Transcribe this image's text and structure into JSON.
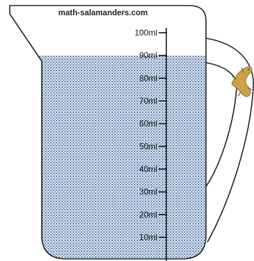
{
  "watermark": "math-salamanders.com",
  "beaker": {
    "unit": "ml",
    "capacity_ml": 100,
    "liquid_level_ml": 90,
    "scale": [
      {
        "value": 100,
        "label": "100ml"
      },
      {
        "value": 90,
        "label": "90ml"
      },
      {
        "value": 80,
        "label": "80ml"
      },
      {
        "value": 70,
        "label": "70ml"
      },
      {
        "value": 60,
        "label": "60ml"
      },
      {
        "value": 50,
        "label": "50ml"
      },
      {
        "value": 40,
        "label": "40ml"
      },
      {
        "value": 30,
        "label": "30ml"
      },
      {
        "value": 20,
        "label": "20ml"
      },
      {
        "value": 10,
        "label": "10ml"
      }
    ]
  },
  "colors": {
    "outline": "#222222",
    "liquid": "#d7e4f2",
    "liquid_dots": "#1f3f7a",
    "salamander": "#c9a24a"
  },
  "icons": {
    "mascot": "salamander-logo-icon"
  }
}
